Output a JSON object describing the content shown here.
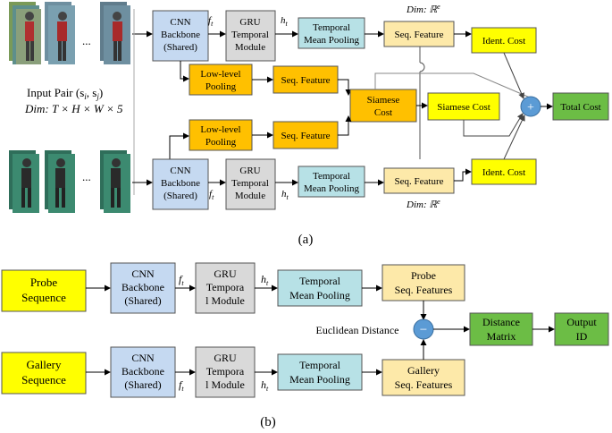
{
  "part_a": {
    "input_pair_label": "Input Pair (s",
    "input_pair_label_sub_i": "i",
    "input_pair_label_mid": ", s",
    "input_pair_label_sub_j": "j",
    "input_pair_label_end": ")",
    "dim_label": "Dim: T × H × W × 5",
    "cnn_top": [
      "CNN",
      "Backbone",
      "(Shared)"
    ],
    "gru_top": [
      "GRU",
      "Temporal",
      "Module"
    ],
    "tmp_top": [
      "Temporal",
      "Mean Pooling"
    ],
    "seq_feat_top": "Seq. Feature",
    "ident_cost_top": "Ident. Cost",
    "lowlevel_top": [
      "Low-level",
      "Pooling"
    ],
    "seq_feat_mid_top": "Seq. Feature",
    "siamese_cost_box": [
      "Siamese",
      "Cost"
    ],
    "siamese_cost_right": "Siamese Cost",
    "plus_symbol": "+",
    "total_cost": "Total Cost",
    "lowlevel_bot": [
      "Low-level",
      "Pooling"
    ],
    "seq_feat_mid_bot": "Seq. Feature",
    "cnn_bot": [
      "CNN",
      "Backbone",
      "(Shared)"
    ],
    "gru_bot": [
      "GRU",
      "Temporal",
      "Module"
    ],
    "tmp_bot": [
      "Temporal",
      "Mean Pooling"
    ],
    "seq_feat_bot": "Seq. Feature",
    "ident_cost_bot": "Ident. Cost",
    "ft_label": "f",
    "ft_sub": "t",
    "ht_label": "h",
    "ht_sub": "t",
    "dim_re_top": "Dim: ℝ",
    "dim_re_sup": "e",
    "dim_re_bot": "Dim: ℝ",
    "ellipsis": "...",
    "caption": "(a)"
  },
  "part_b": {
    "probe_seq": [
      "Probe",
      "Sequence"
    ],
    "gallery_seq": [
      "Gallery",
      "Sequence"
    ],
    "cnn_top": [
      "CNN",
      "Backbone",
      "(Shared)"
    ],
    "cnn_bot": [
      "CNN",
      "Backbone",
      "(Shared)"
    ],
    "gru_top": [
      "GRU",
      "Tempora",
      "l Module"
    ],
    "gru_bot": [
      "GRU",
      "Tempora",
      "l Module"
    ],
    "tmp_top": [
      "Temporal",
      "Mean Pooling"
    ],
    "tmp_bot": [
      "Temporal",
      "Mean Pooling"
    ],
    "probe_feat": [
      "Probe",
      "Seq. Features"
    ],
    "gallery_feat": [
      "Gallery",
      "Seq. Features"
    ],
    "euclid": "Euclidean Distance",
    "minus_symbol": "−",
    "distance_matrix": [
      "Distance",
      "Matrix"
    ],
    "output_id": [
      "Output",
      "ID"
    ],
    "caption": "(b)"
  },
  "colors": {
    "blue_box": "#c5d9f1",
    "gray_box": "#d9d9d9",
    "teal_box": "#b7e1e6",
    "beige_box": "#fde9a9",
    "yellow_box": "#ffff00",
    "orange_box": "#ffc000",
    "green_box": "#6cbd45",
    "circle": "#5b9bd5"
  }
}
